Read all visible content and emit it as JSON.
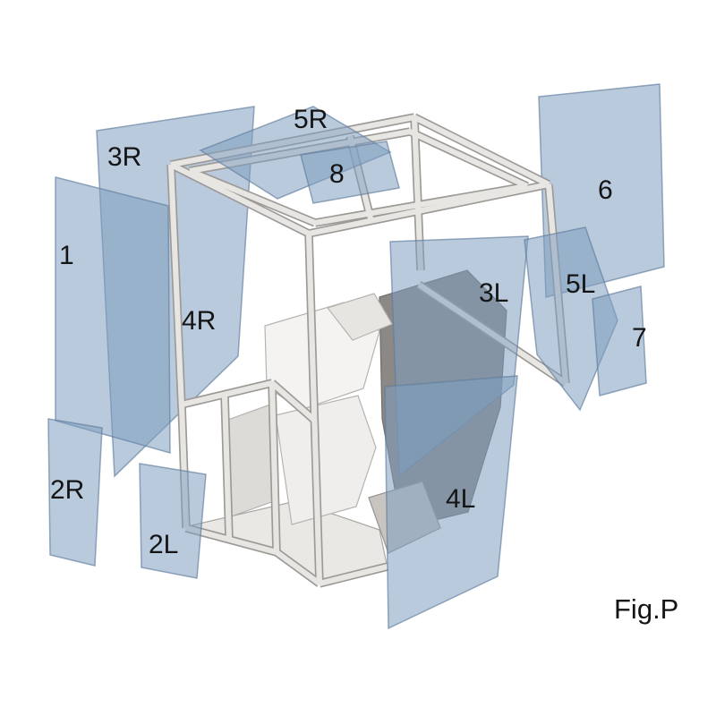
{
  "figure": {
    "caption": "Fig.P"
  },
  "labels": {
    "n1": "1",
    "n2R": "2R",
    "n2L": "2L",
    "n3R": "3R",
    "n3L": "3L",
    "n4R": "4R",
    "n4L": "4L",
    "n5R": "5R",
    "n5L": "5L",
    "n6": "6",
    "n7": "7",
    "n8": "8"
  },
  "colors": {
    "glass": "#7f9ec0",
    "glass_stroke": "#5f7d9c",
    "frame_light": "#e8e6e3",
    "frame_shadow": "#9c9996",
    "label_text": "#141414",
    "background": "#ffffff"
  }
}
